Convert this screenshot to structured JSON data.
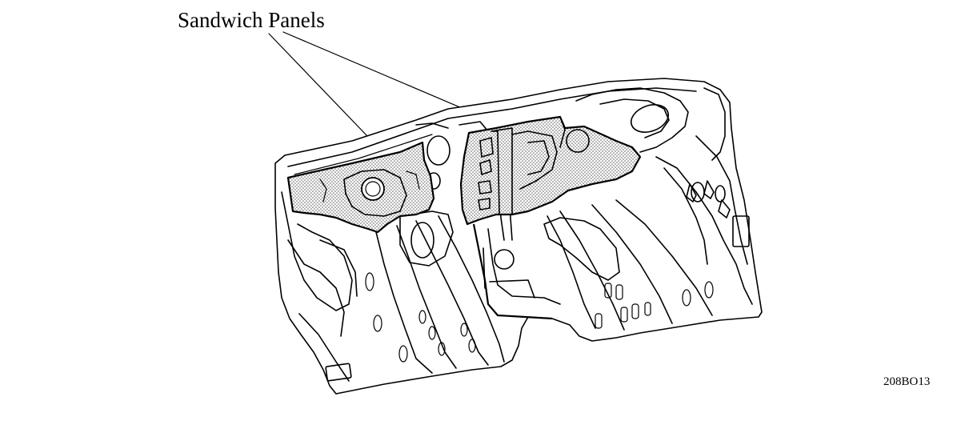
{
  "diagram": {
    "callout_label": "Sandwich Panels",
    "figure_code": "208BO13",
    "icons": {
      "floor_pan": "vehicle-floor-pan-illustration",
      "panel": "stippled-sandwich-panel"
    },
    "colors": {
      "line": "#000000",
      "background": "#ffffff",
      "stipple": "#9a9a9a"
    }
  }
}
